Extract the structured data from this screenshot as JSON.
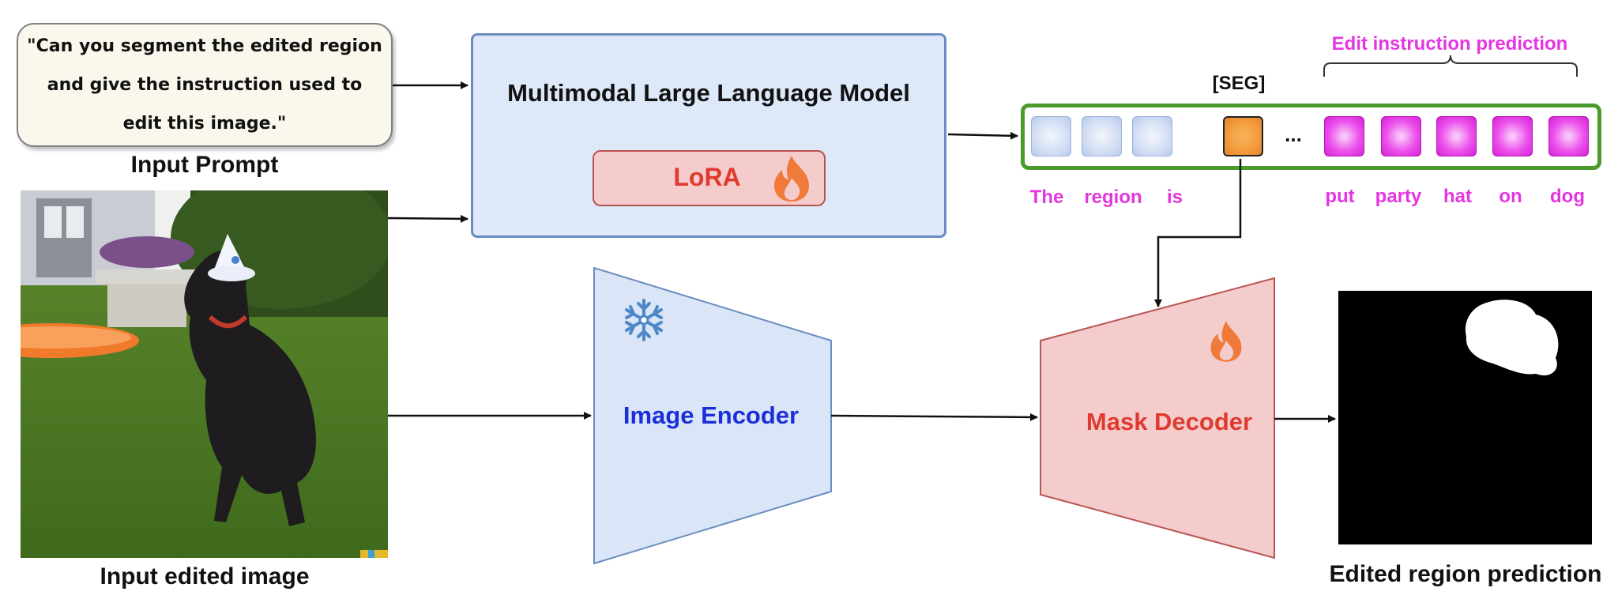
{
  "prompt": {
    "lines": [
      "\"Can you segment the edited region",
      "and give the instruction used to",
      "edit this image.\""
    ],
    "caption": "Input Prompt"
  },
  "image_caption": "Input edited image",
  "llm": {
    "title": "Multimodal Large Language Model",
    "lora_label": "LoRA"
  },
  "tokens": {
    "seg_label": "[SEG]",
    "ellipsis": "...",
    "edit_title": "Edit instruction prediction",
    "words_left": [
      "The",
      "region",
      "is"
    ],
    "words_right": [
      "put",
      "party",
      "hat",
      "on",
      "dog"
    ]
  },
  "encoder": {
    "label": "Image Encoder"
  },
  "decoder": {
    "label": "Mask Decoder"
  },
  "output_caption": "Edited region prediction",
  "colors": {
    "llm_fill": "#dde8f8",
    "llm_border": "#6b8cc0",
    "lora_fill": "#f4cccc",
    "lora_text": "#e03a2f",
    "strip_border": "#4a9a2c",
    "pink_text": "#e535e0",
    "encoder_fill": "#dae6f7",
    "decoder_fill": "#f4cccc",
    "encoder_text": "#1a2fd9",
    "seg_token": "#f39d3f"
  },
  "icons": {
    "lora": "fire-icon",
    "encoder": "snowflake-icon",
    "decoder": "fire-icon"
  }
}
